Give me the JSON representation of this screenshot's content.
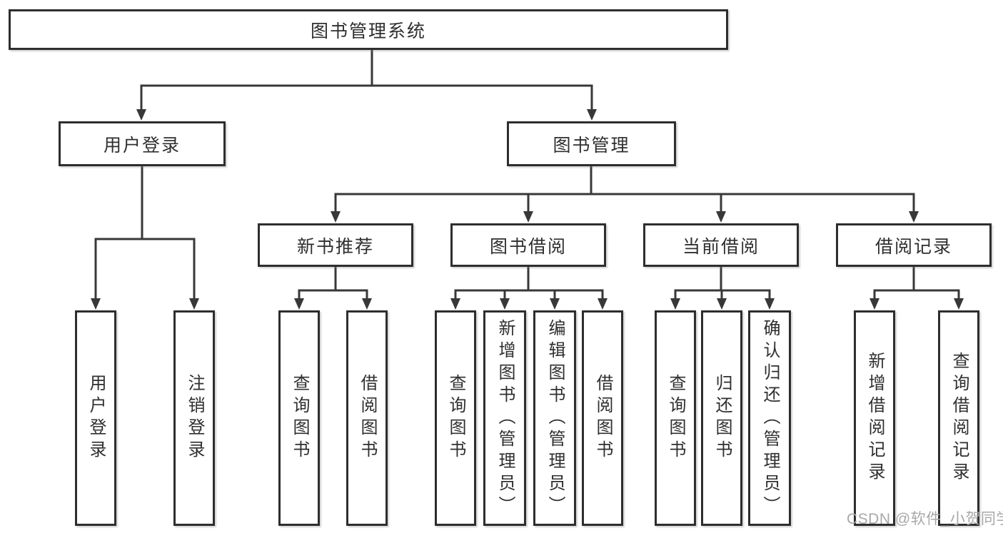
{
  "diagram": {
    "root": {
      "label": "图书管理系统"
    },
    "user_login": {
      "label": "用户登录",
      "children": [
        {
          "label": "用户登录"
        },
        {
          "label": "注销登录"
        }
      ]
    },
    "book_mgmt": {
      "label": "图书管理",
      "sections": [
        {
          "label": "新书推荐",
          "children": [
            {
              "label": "查询图书"
            },
            {
              "label": "借阅图书"
            }
          ]
        },
        {
          "label": "图书借阅",
          "children": [
            {
              "label": "查询图书"
            },
            {
              "label": "新增图书（管理员）"
            },
            {
              "label": "编辑图书（管理员）"
            },
            {
              "label": "借阅图书"
            }
          ]
        },
        {
          "label": "当前借阅",
          "children": [
            {
              "label": "查询图书"
            },
            {
              "label": "归还图书"
            },
            {
              "label": "确认归还（管理员）"
            }
          ]
        },
        {
          "label": "借阅记录",
          "children": [
            {
              "label": "新增借阅记录"
            },
            {
              "label": "查询借阅记录"
            }
          ]
        }
      ]
    }
  },
  "watermark": {
    "text": "CSDN @软件_小贺同学"
  },
  "colors": {
    "line": "#383838",
    "box_border": "#2e2e2e",
    "text": "#2f2f2f",
    "watermark": "#a8a8a8",
    "background": "#ffffff"
  }
}
